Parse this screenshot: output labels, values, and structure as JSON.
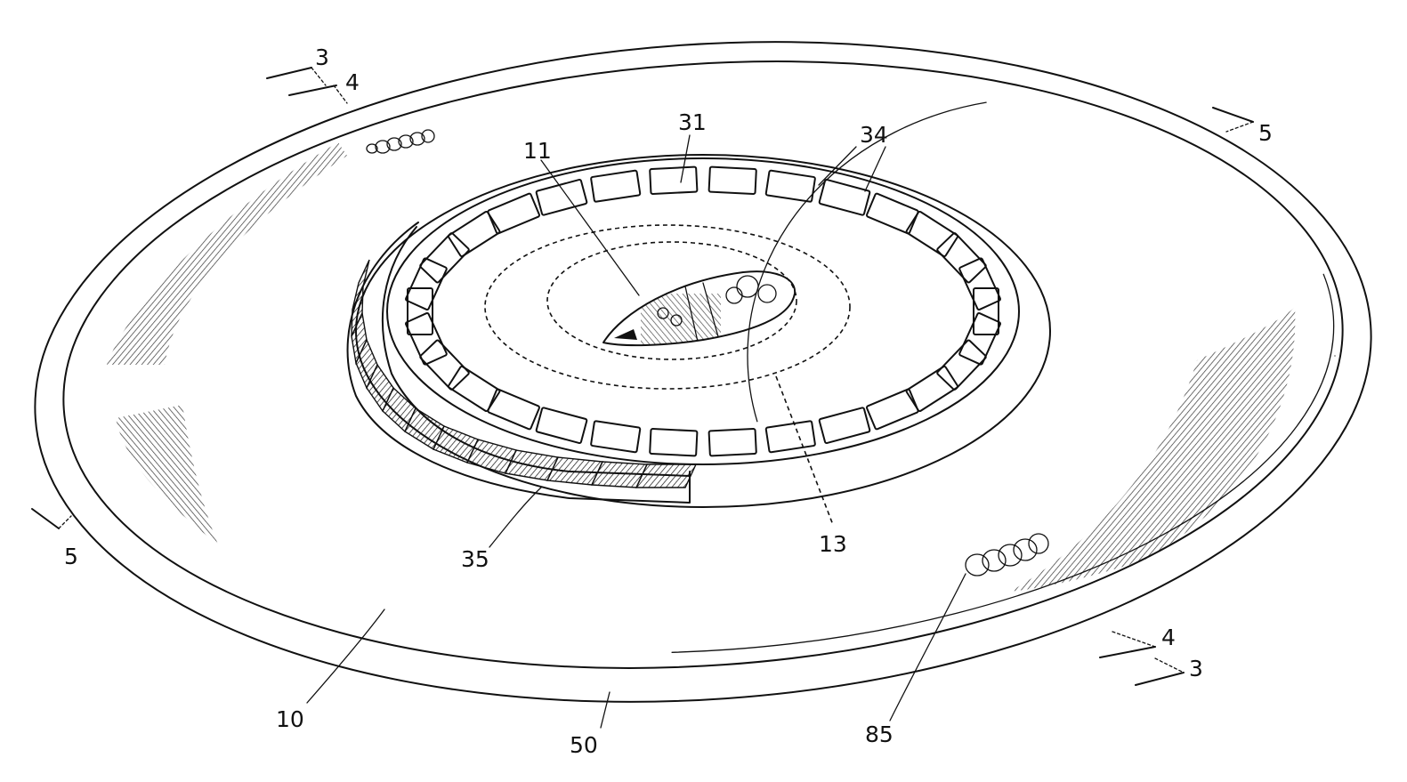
{
  "figure": {
    "labels": {
      "hull": "10",
      "cockpit": "11",
      "center_axis": "13",
      "upper_ring": "31",
      "louver_ports": "34",
      "side_vents": "35",
      "outer_rim": "50",
      "light_cluster": "85"
    },
    "section_markers": {
      "sec3_top": "3",
      "sec4_top": "4",
      "sec5_right": "5",
      "sec5_left": "5",
      "sec4_bottom": "4",
      "sec3_bottom": "3"
    }
  }
}
